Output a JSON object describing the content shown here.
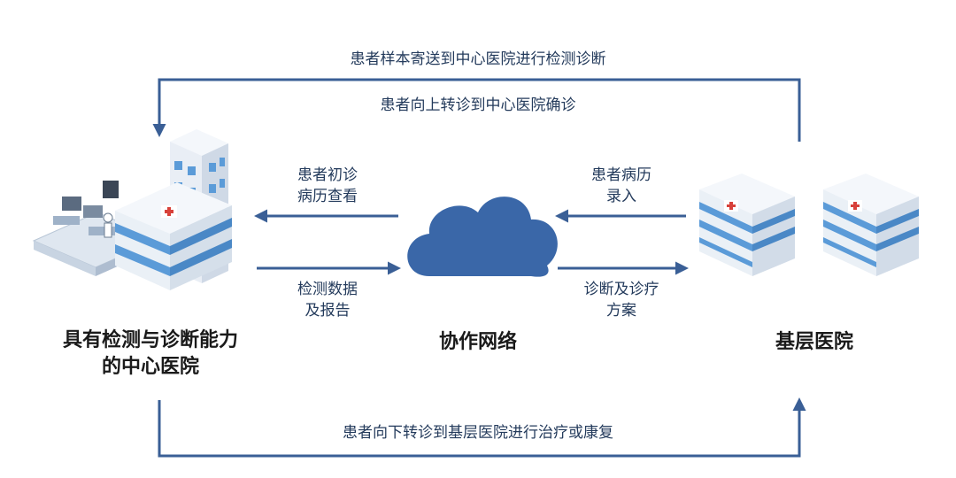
{
  "diagram": {
    "flows": {
      "top_outer": "患者样本寄送到中心医院进行检测诊断",
      "top_inner": "患者向上转诊到中心医院确诊",
      "bottom": "患者向下转诊到基层医院进行治疗或康复",
      "cloud_to_center": [
        "患者初诊",
        "病历查看"
      ],
      "center_to_cloud": [
        "检测数据",
        "及报告"
      ],
      "primary_to_cloud": [
        "患者病历",
        "录入"
      ],
      "cloud_to_primary": [
        "诊断及诊疗",
        "方案"
      ]
    },
    "nodes": {
      "center_hospital": [
        "具有检测与诊断能力",
        "的中心医院"
      ],
      "network": "协作网络",
      "primary_hospital": "基层医院"
    },
    "colors": {
      "arrow": "#3a5f96",
      "cloud": "#3a67a8",
      "building_blue": "#5b9bd8",
      "building_white": "#eef2f7",
      "red_cross": "#d8413a"
    },
    "icons": [
      "hospital-building-icon",
      "lab-equipment-icon",
      "cloud-icon",
      "red-cross-icon"
    ]
  }
}
